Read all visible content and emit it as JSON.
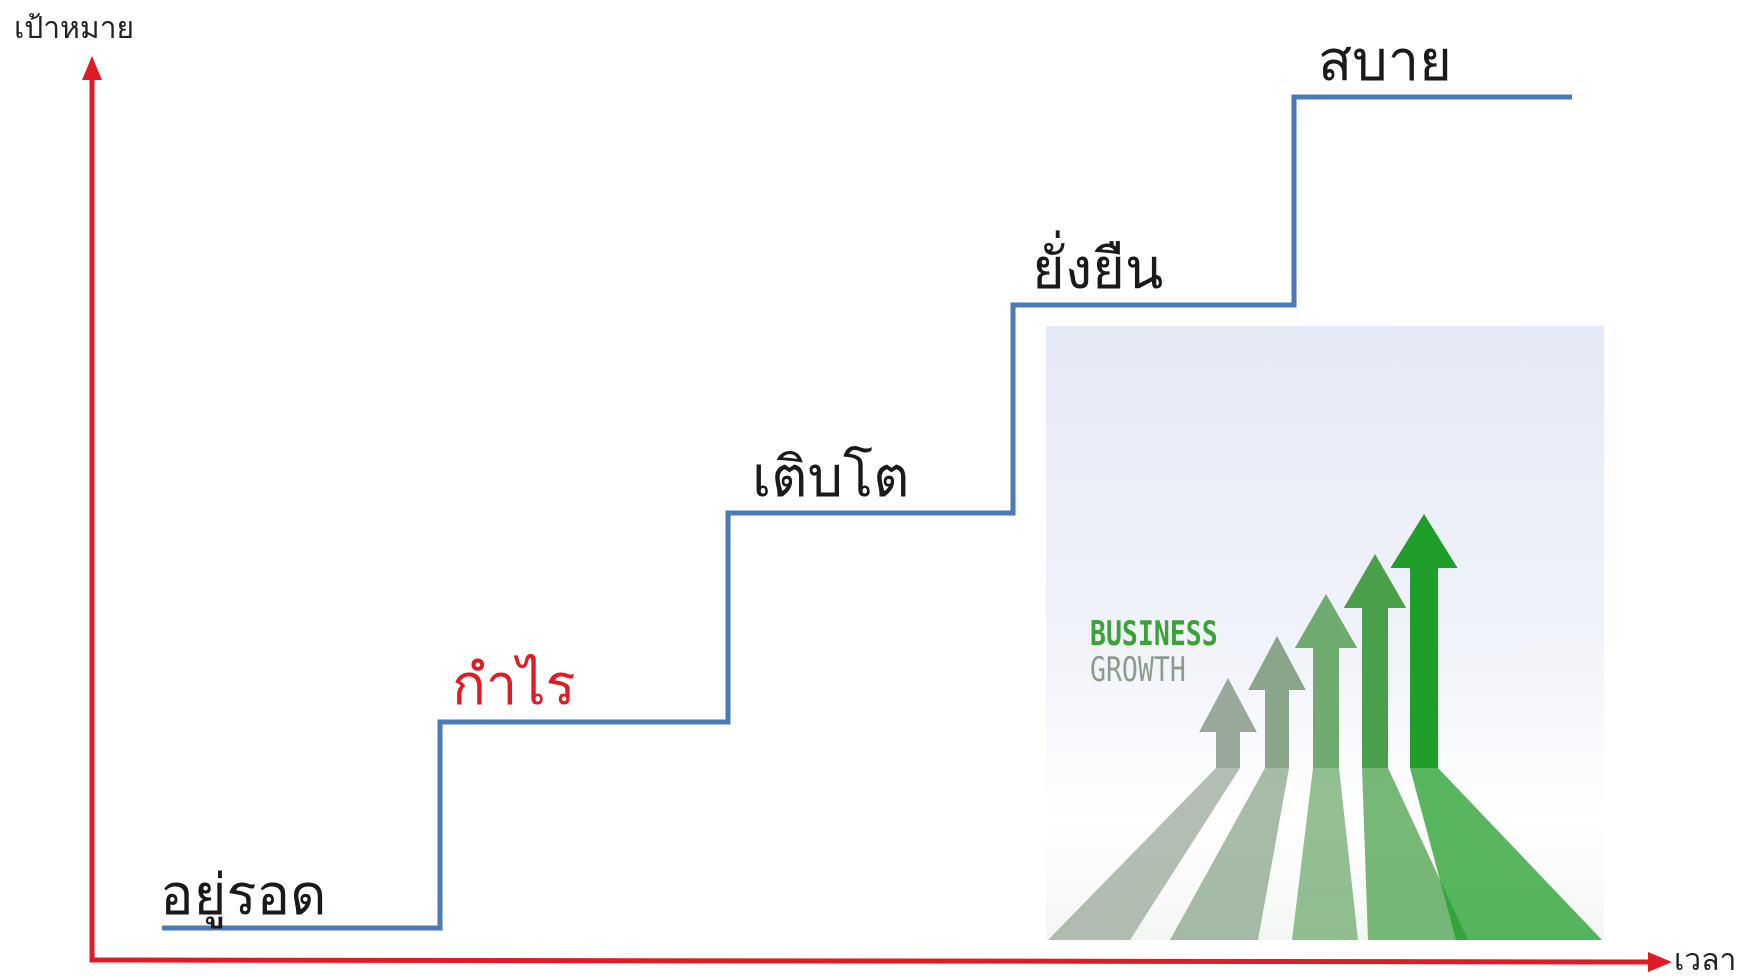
{
  "axes": {
    "y_label": "เป้าหมาย",
    "x_label": "เวลา",
    "color": "#e01b24"
  },
  "steps": [
    {
      "label": "อยู่รอด",
      "highlight": false
    },
    {
      "label": "กำไร",
      "highlight": true
    },
    {
      "label": "เติบโต",
      "highlight": false
    },
    {
      "label": "ยั่งยืน",
      "highlight": false
    },
    {
      "label": "สบาย",
      "highlight": false
    }
  ],
  "staircase_color": "#4a7ab8",
  "highlight_color": "#e01b24",
  "illustration": {
    "line1": "BUSINESS",
    "line2": "GROWTH",
    "arrow_colors": [
      "#9aa89a",
      "#8aa58a",
      "#6faa6f",
      "#4aa04a",
      "#1f9e2a"
    ]
  }
}
